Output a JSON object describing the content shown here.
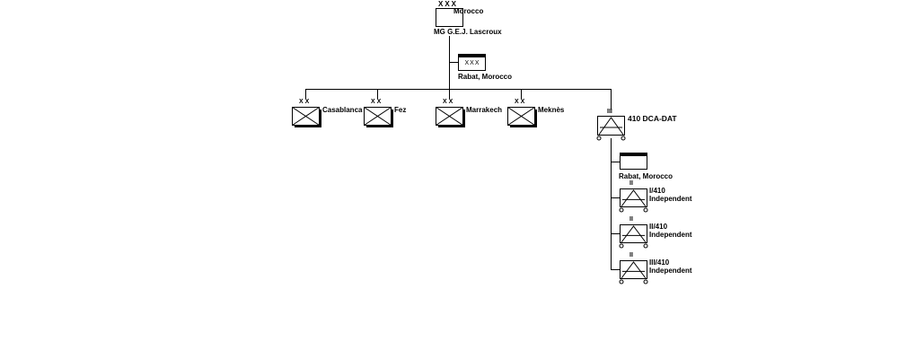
{
  "colors": {
    "line": "#000000",
    "background": "#ffffff",
    "shadow": "#000000"
  },
  "hq": {
    "echelon": "XXX",
    "name": "Morocco",
    "commander": "MG  G.E.J. Lascroux",
    "staff": {
      "echelon": "XXX",
      "location": "Rabat, Morocco"
    }
  },
  "subordinates": [
    {
      "echelon": "XX",
      "name": "Casablanca",
      "symbol": "infantry"
    },
    {
      "echelon": "XX",
      "name": "Fez",
      "symbol": "infantry"
    },
    {
      "echelon": "XX",
      "name": "Marrakech",
      "symbol": "infantry"
    },
    {
      "echelon": "XX",
      "name": "Meknès",
      "symbol": "infantry"
    }
  ],
  "air_defense": {
    "echelon": "III",
    "name": "410 DCA-DAT",
    "symbol": "motorized-anti-aircraft",
    "staff": {
      "location": "Rabat, Morocco"
    },
    "groups": [
      {
        "echelon": "II",
        "name": "I/410",
        "status": "Independent"
      },
      {
        "echelon": "II",
        "name": "II/410",
        "status": "Independent"
      },
      {
        "echelon": "II",
        "name": "III/410",
        "status": "Independent"
      }
    ]
  }
}
